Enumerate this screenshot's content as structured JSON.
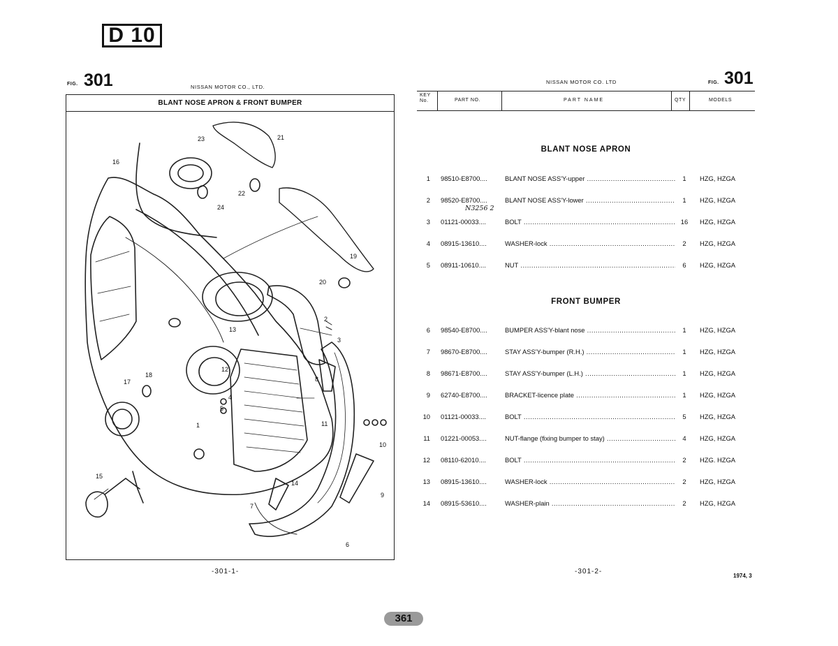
{
  "catalog_code": "D 10",
  "left_page": {
    "fig_prefix": "FIG.",
    "fig_number": "301",
    "maker": "NISSAN MOTOR CO., LTD.",
    "illustration_title": "BLANT NOSE APRON & FRONT BUMPER",
    "callouts": [
      "1",
      "2",
      "3",
      "4",
      "5",
      "6",
      "7",
      "8",
      "9",
      "10",
      "11",
      "12",
      "13",
      "14",
      "15",
      "16",
      "17",
      "18",
      "19",
      "20",
      "21",
      "22",
      "23",
      "24"
    ],
    "page_mark": "-301-1-"
  },
  "right_page": {
    "maker": "NISSAN MOTOR CO. LTD",
    "fig_prefix": "FIG.",
    "fig_number": "301",
    "columns": {
      "key": "KEY No.",
      "part_no": "PART NO.",
      "part_name": "PART NAME",
      "qty": "QTY",
      "models": "MODELS"
    },
    "sections": [
      {
        "title": "BLANT NOSE APRON",
        "rows": [
          {
            "key": "1",
            "part_no": "98510-E8700....",
            "name": "BLANT NOSE ASS'Y-upper",
            "qty": "1",
            "models": "HZG, HZGA"
          },
          {
            "key": "2",
            "part_no": "98520-E8700....",
            "name": "BLANT NOSE ASS'Y-lower",
            "qty": "1",
            "models": "HZG, HZGA"
          },
          {
            "key": "3",
            "part_no": "01121-00033....",
            "name": "BOLT",
            "qty": "16",
            "models": "HZG, HZGA"
          },
          {
            "key": "4",
            "part_no": "08915-13610....",
            "name": "WASHER-lock",
            "qty": "2",
            "models": "HZG, HZGA"
          },
          {
            "key": "5",
            "part_no": "08911-10610....",
            "name": "NUT",
            "qty": "6",
            "models": "HZG, HZGA"
          }
        ]
      },
      {
        "title": "FRONT BUMPER",
        "rows": [
          {
            "key": "6",
            "part_no": "98540-E8700....",
            "name": "BUMPER ASS'Y-blant nose",
            "qty": "1",
            "models": "HZG, HZGA"
          },
          {
            "key": "7",
            "part_no": "98670-E8700....",
            "name": "STAY ASS'Y-bumper (R.H.)",
            "qty": "1",
            "models": "HZG, HZGA"
          },
          {
            "key": "8",
            "part_no": "98671-E8700....",
            "name": "STAY ASS'Y-bumper (L.H.)",
            "qty": "1",
            "models": "HZG, HZGA"
          },
          {
            "key": "9",
            "part_no": "62740-E8700....",
            "name": "BRACKET-licence plate",
            "qty": "1",
            "models": "HZG, HZGA"
          },
          {
            "key": "10",
            "part_no": "01121-00033....",
            "name": "BOLT",
            "qty": "5",
            "models": "HZG, HZGA"
          },
          {
            "key": "11",
            "part_no": "01221-00053....",
            "name": "NUT-flange (fixing bumper to stay)",
            "qty": "4",
            "models": "HZG, HZGA"
          },
          {
            "key": "12",
            "part_no": "08110-62010....",
            "name": "BOLT",
            "qty": "2",
            "models": "HZG. HZGA"
          },
          {
            "key": "13",
            "part_no": "08915-13610....",
            "name": "WASHER-lock",
            "qty": "2",
            "models": "HZG, HZGA"
          },
          {
            "key": "14",
            "part_no": "08915-53610....",
            "name": "WASHER-plain",
            "qty": "2",
            "models": "HZG, HZGA"
          }
        ]
      }
    ],
    "handwritten_note": "N3256 2",
    "page_mark": "-301-2-",
    "date": "1974, 3"
  },
  "footer": {
    "page_number": "361"
  }
}
